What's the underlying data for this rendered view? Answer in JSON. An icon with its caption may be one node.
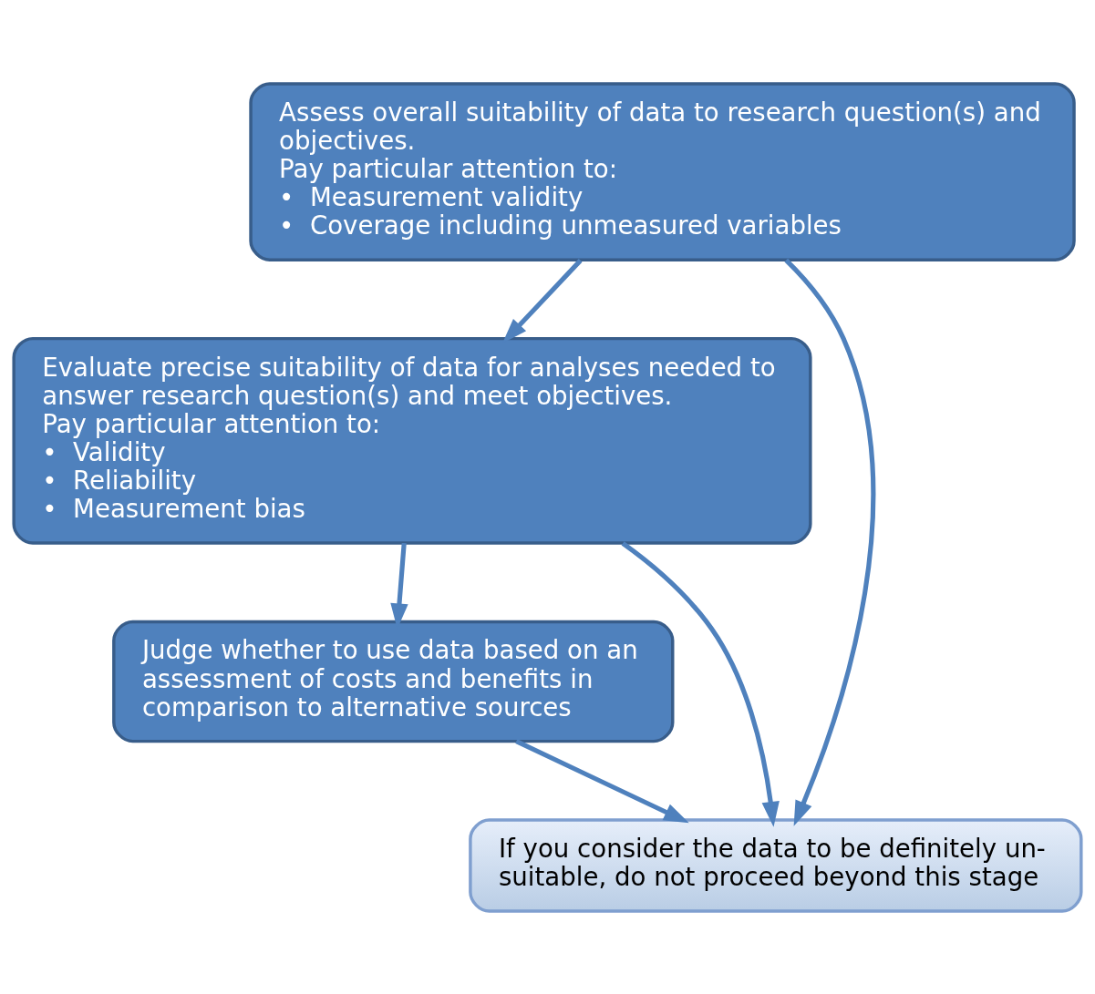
{
  "diagram": {
    "nodes": [
      {
        "text": [
          "Assess overall suitability of data to research question(s) and objectives.",
          "Pay particular attention to:",
          "•  Measurement validity",
          "•  Coverage including unmeasured variables"
        ]
      },
      {
        "text": [
          "Evaluate precise suitability of data for analyses needed to answer research question(s) and meet objectives.",
          "Pay particular attention to:",
          "•  Validity",
          "•  Reliability",
          "•  Measurement bias"
        ]
      },
      {
        "text": [
          "Judge whether to use data based on an assessment of costs and benefits in comparison to alternative sources"
        ]
      },
      {
        "text": [
          "If you consider the data to be definitely un- suitable, do not proceed beyond this stage"
        ]
      }
    ],
    "edges": [
      {
        "from": 0,
        "to": 1,
        "arrow": "to"
      },
      {
        "from": 1,
        "to": 2,
        "arrow": "to"
      },
      {
        "from": 0,
        "to": 3,
        "arrow": "to"
      },
      {
        "from": 1,
        "to": 3,
        "arrow": "to"
      },
      {
        "from": 2,
        "to": 3,
        "arrow": "to"
      }
    ]
  }
}
